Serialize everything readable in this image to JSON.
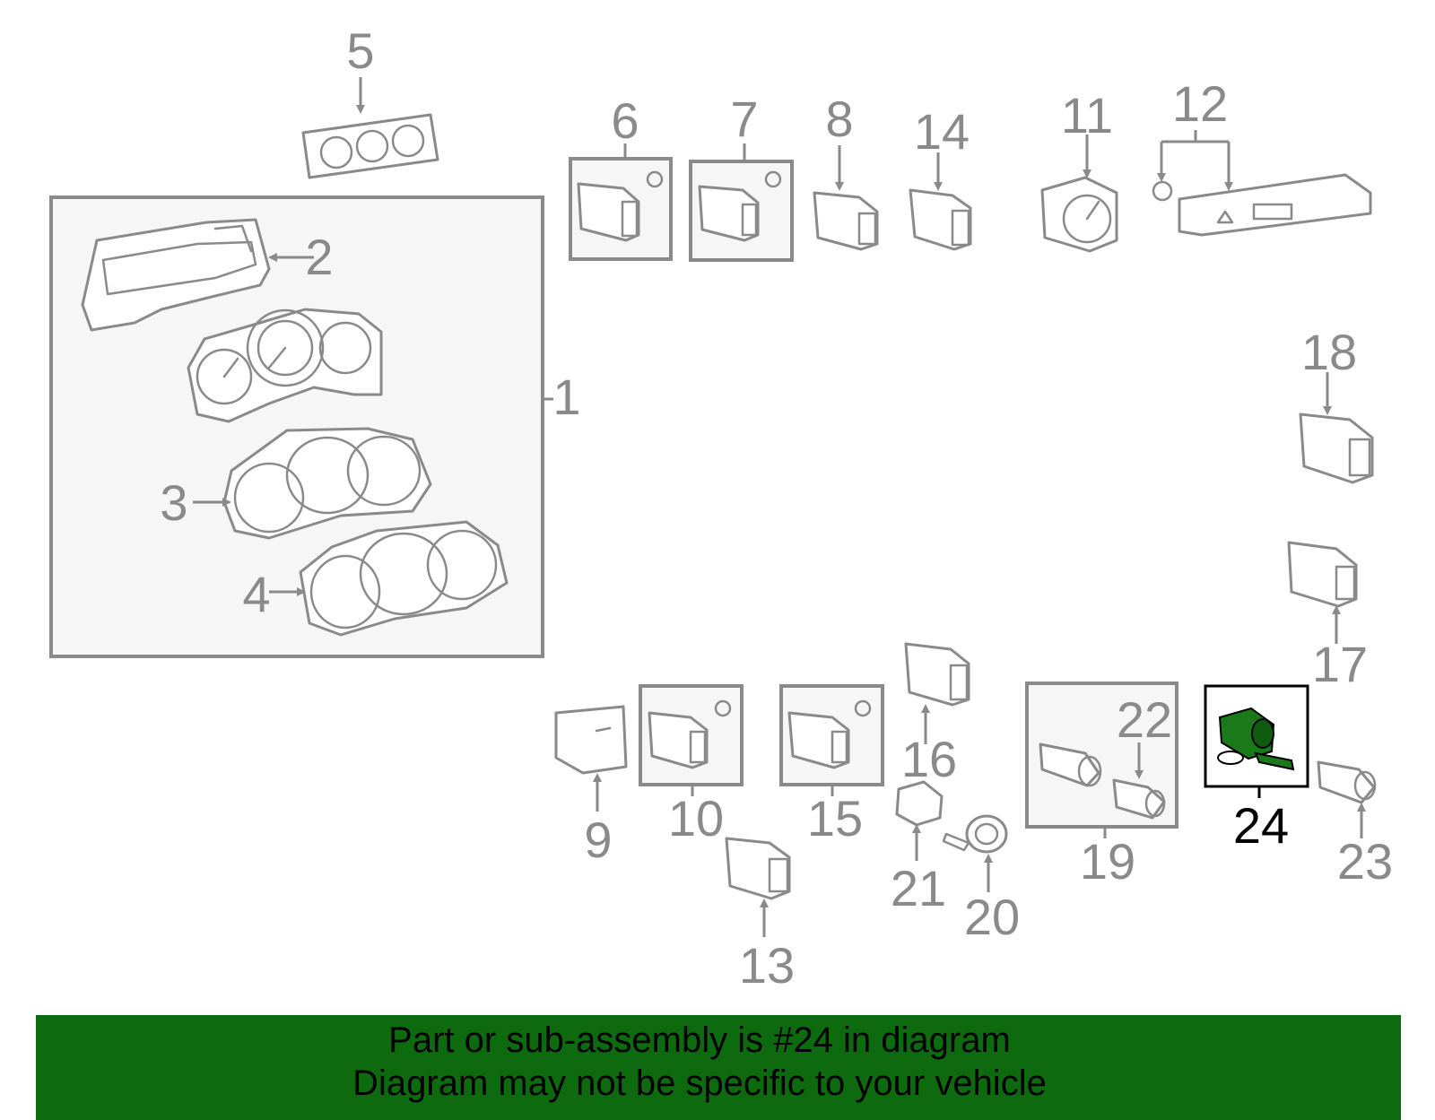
{
  "diagram": {
    "highlight_color": "#0e6a0e",
    "callouts": {
      "c1": "1",
      "c2": "2",
      "c3": "3",
      "c4": "4",
      "c5": "5",
      "c6": "6",
      "c7": "7",
      "c8": "8",
      "c9": "9",
      "c10": "10",
      "c11": "11",
      "c12": "12",
      "c13": "13",
      "c14": "14",
      "c15": "15",
      "c16": "16",
      "c17": "17",
      "c18": "18",
      "c19": "19",
      "c20": "20",
      "c21": "21",
      "c22": "22",
      "c23": "23",
      "c24": "24"
    },
    "highlighted_part": "24"
  },
  "banner": {
    "line1": "Part or sub-assembly is #24 in diagram",
    "line2": "Diagram may not be specific to your vehicle",
    "background": "#0e6a0e"
  }
}
